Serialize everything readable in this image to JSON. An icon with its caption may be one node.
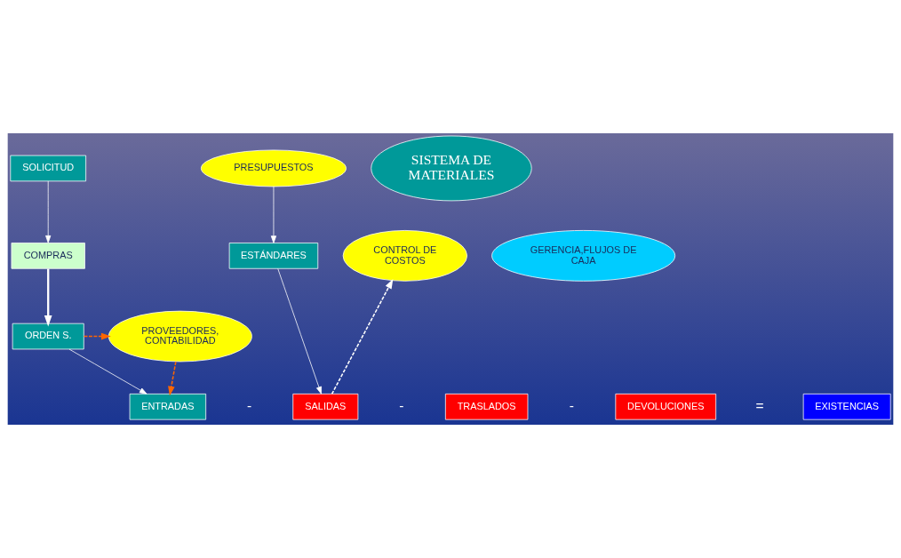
{
  "diagram": {
    "nodes": [
      {
        "text": [
          "PRESUPUESTOS"
        ]
      },
      {
        "text": [
          "SISTEMA DE MATERIALES"
        ]
      },
      {
        "text": [
          "SOLICITUD"
        ]
      },
      {
        "text": [
          "COMPRAS"
        ]
      },
      {
        "text": [
          "ESTÁNDARES"
        ]
      },
      {
        "text": [
          "CONTROL DE COSTOS"
        ]
      },
      {
        "text": [
          "GERENCIA,FLUJOS DE CAJA"
        ]
      },
      {
        "text": [
          "ORDEN S."
        ]
      },
      {
        "text": [
          "PROVEEDORES, CONTABILIDAD"
        ]
      },
      {
        "text": [
          "ENTRADAS"
        ]
      },
      {
        "text": [
          "SALIDAS"
        ]
      },
      {
        "text": [
          "TRASLADOS"
        ]
      },
      {
        "text": [
          "DEVOLUCIONES"
        ]
      },
      {
        "text": [
          "EXISTENCIAS"
        ]
      }
    ],
    "edges": [
      {
        "from": 0,
        "to": 4,
        "arrow": "to"
      },
      {
        "from": 2,
        "to": 3,
        "arrow": "to"
      },
      {
        "from": 3,
        "to": 7,
        "arrow": "to",
        "style": "thick"
      },
      {
        "from": 7,
        "to": 9,
        "arrow": "to"
      },
      {
        "from": 4,
        "to": 10,
        "arrow": "to"
      },
      {
        "from": 10,
        "to": 5,
        "arrow": "to",
        "style": "dashed"
      },
      {
        "from": 7,
        "to": 8,
        "arrow": "to",
        "style": "dashed",
        "color": "#ff6600"
      },
      {
        "from": 8,
        "to": 9,
        "arrow": "to",
        "style": "dashed",
        "color": "#ff6600"
      }
    ],
    "labels": [
      "-",
      "-",
      "-",
      "="
    ]
  }
}
